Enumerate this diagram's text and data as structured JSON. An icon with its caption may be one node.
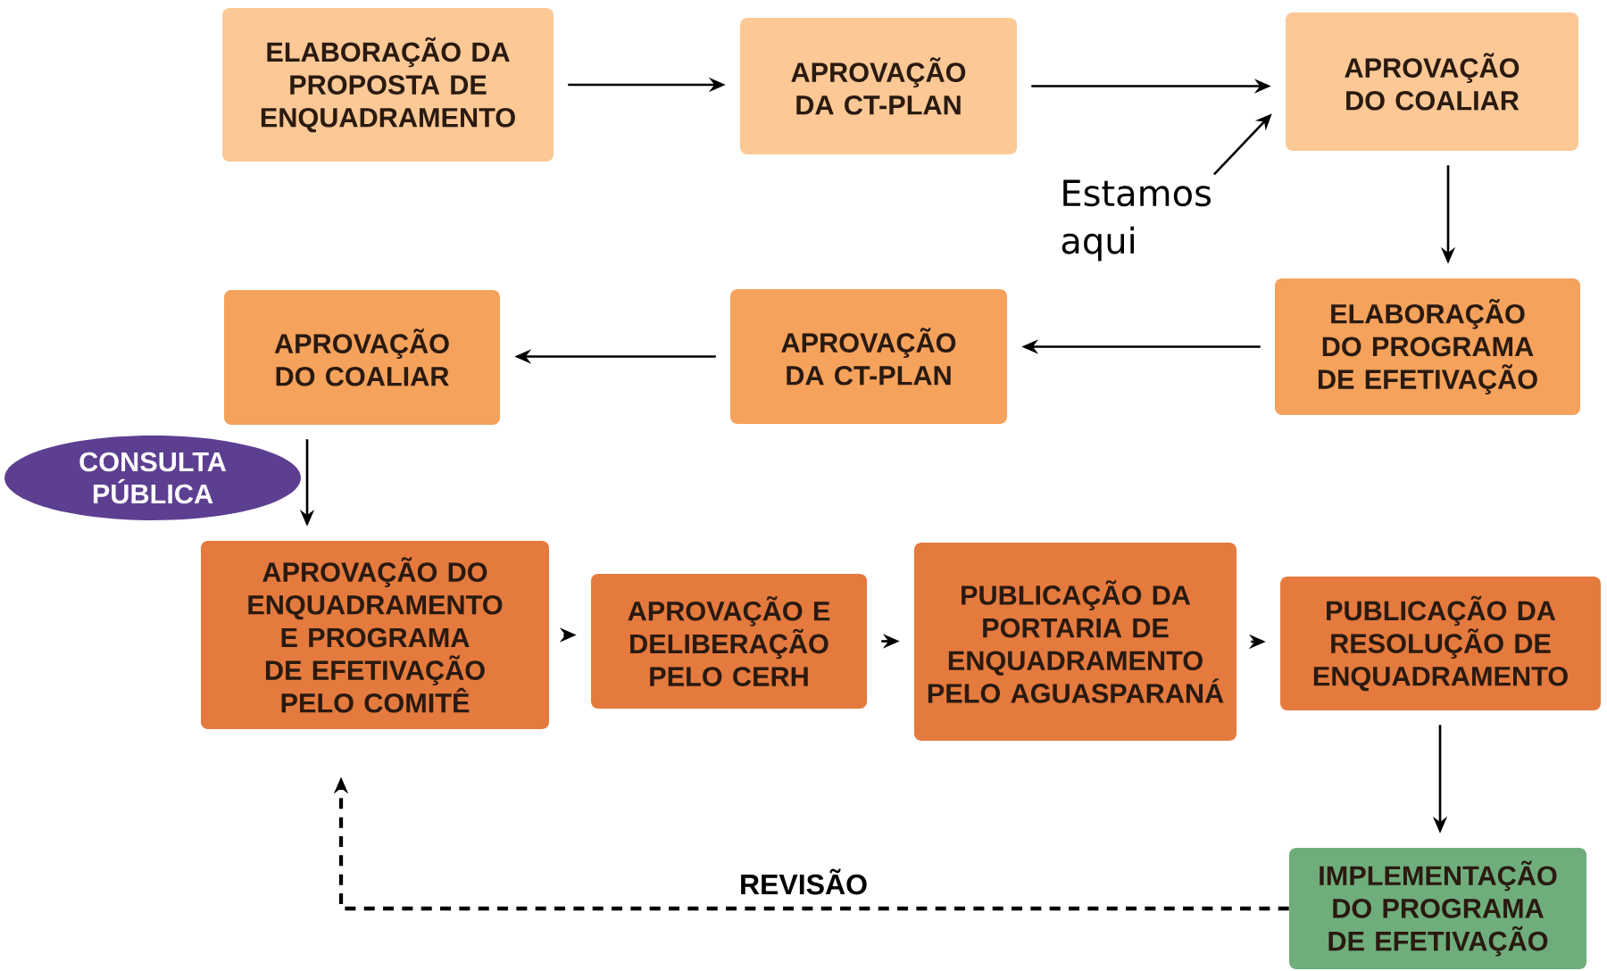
{
  "diagram": {
    "nodes": [
      {
        "text": [
          "ELABORAÇÃO DA PROPOSTA DE ENQUADRAMENTO"
        ]
      },
      {
        "text": [
          "APROVAÇÃO DA CT-PLAN"
        ]
      },
      {
        "text": [
          "APROVAÇÃO DO COALIAR"
        ]
      },
      {
        "text": [
          "Estamos aqui"
        ]
      },
      {
        "text": [
          "ELABORAÇÃO DO PROGRAMA DE EFETIVAÇÃO"
        ]
      },
      {
        "text": [
          "APROVAÇÃO DA CT-PLAN"
        ]
      },
      {
        "text": [
          "APROVAÇÃO DO COALIAR"
        ]
      },
      {
        "text": [
          "CONSULTA PÚBLICA"
        ]
      },
      {
        "text": [
          "APROVAÇÃO DO ENQUADRAMENTO E PROGRAMA DE EFETIVAÇÃO PELO COMITÊ"
        ]
      },
      {
        "text": [
          "APROVAÇÃO E DELIBERAÇÃO PELO CERH"
        ]
      },
      {
        "text": [
          "PUBLICAÇÃO DA PORTARIA DE ENQUADRAMENTO PELO AGUASPARANÁ"
        ]
      },
      {
        "text": [
          "PUBLICAÇÃO DA RESOLUÇÃO DE ENQUADRAMENTO"
        ]
      },
      {
        "text": [
          "IMPLEMENTAÇÃO DO PROGRAMA DE EFETIVAÇÃO"
        ]
      }
    ],
    "edges": [
      {
        "from": 0,
        "to": 1,
        "arrow": "to"
      },
      {
        "from": 1,
        "to": 2,
        "arrow": "to"
      },
      {
        "from": 3,
        "to": 2,
        "arrow": "to"
      },
      {
        "from": 2,
        "to": 4,
        "arrow": "to"
      },
      {
        "from": 4,
        "to": 5,
        "arrow": "to"
      },
      {
        "from": 5,
        "to": 6,
        "arrow": "to"
      },
      {
        "from": 6,
        "to": 8,
        "arrow": "to"
      },
      {
        "from": 8,
        "to": 9,
        "arrow": "to"
      },
      {
        "from": 9,
        "to": 10,
        "arrow": "to"
      },
      {
        "from": 10,
        "to": 11,
        "arrow": "to"
      },
      {
        "from": 11,
        "to": 12,
        "arrow": "to"
      },
      {
        "from": 12,
        "to": 8,
        "arrow": "to",
        "label": "REVISÃO",
        "style": "dashed"
      }
    ]
  }
}
